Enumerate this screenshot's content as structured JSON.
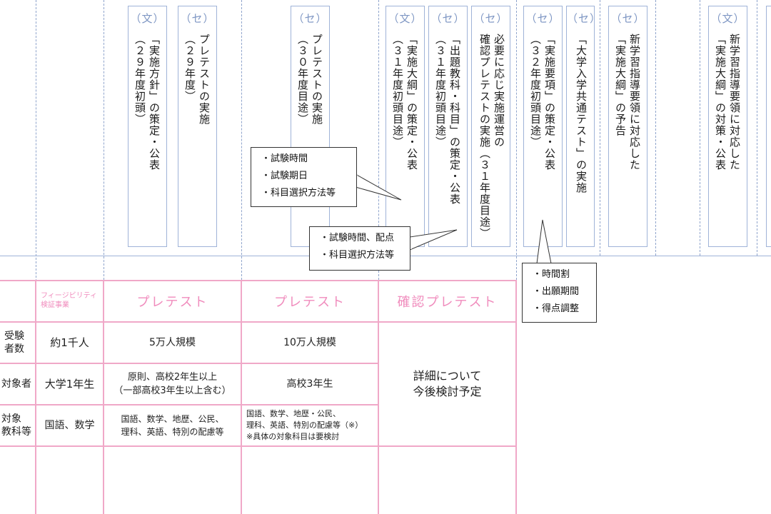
{
  "timeline_columns": [
    {
      "id": "c1",
      "tag": "（文）",
      "lines": [
        "「実施方針」の策定・公表",
        "（２９年度初頭）"
      ]
    },
    {
      "id": "c2",
      "tag": "（セ）",
      "lines": [
        "プレテストの実施",
        "（２９年度）"
      ]
    },
    {
      "id": "c3",
      "tag": "（セ）",
      "lines": [
        "プレテストの実施",
        "（３０年度目途）"
      ]
    },
    {
      "id": "c4",
      "tag": "（文）",
      "lines": [
        "「実施大綱」の策定・公表",
        "（３１年度初頭目途）"
      ]
    },
    {
      "id": "c5",
      "tag": "（セ）",
      "lines": [
        "「出題教科・科目」の策定・公表",
        "（３１年度初頭目途）"
      ]
    },
    {
      "id": "c6",
      "tag": "（セ）",
      "lines": [
        "必要に応じ実施運営の",
        "確認プレテストの実施（３１年度目途）"
      ]
    },
    {
      "id": "c7",
      "tag": "（セ）",
      "lines": [
        "「実施要項」の策定・公表",
        "（３２年度初頭目途）"
      ]
    },
    {
      "id": "c8",
      "tag": "（セ）",
      "lines": [
        "「大学入学共通テスト」の実施"
      ]
    },
    {
      "id": "c9",
      "tag": "（セ）",
      "lines": [
        "新学習指導要領に対応した",
        "「実施大綱」の予告"
      ]
    },
    {
      "id": "c10",
      "tag": "（文）",
      "lines": [
        "新学習指導要領に対応した",
        "「実施大綱」の対策・公表"
      ]
    }
  ],
  "callouts": [
    {
      "id": "callout-1",
      "items": [
        "試験時間",
        "試験期日",
        "科目選択方法等"
      ]
    },
    {
      "id": "callout-2",
      "items": [
        "試験時間、配点",
        "科目選択方法等"
      ]
    },
    {
      "id": "callout-3",
      "items": [
        "時間割",
        "出願期間",
        "得点調整"
      ]
    }
  ],
  "table": {
    "headers": [
      "フィージビリティ\n検証事業",
      "プレテスト",
      "プレテスト",
      "確認プレテスト"
    ],
    "row_labels": [
      "受験\n者数",
      "対象者",
      "対象\n教科等"
    ],
    "rows": [
      [
        "約1千人",
        "5万人規模",
        "10万人規模"
      ],
      [
        "大学1年生",
        "原則、高校2年生以上\n（一部高校3年生以上含む）",
        "高校3年生"
      ],
      [
        "国語、数学",
        "国語、数学、地歴、公民、\n理科、英語、特別の配慮等",
        "国語、数学、地歴・公民、\n理科、英語、特別の配慮等（※）\n※具体の対象科目は要検討"
      ]
    ],
    "merged_note": "詳細について\n今後検討予定"
  },
  "colors": {
    "timeline_border": "#9fb3d8",
    "tag": "#7f97c4",
    "table_pink": "#f0a8c8",
    "header_pink": "#f08cbd"
  }
}
